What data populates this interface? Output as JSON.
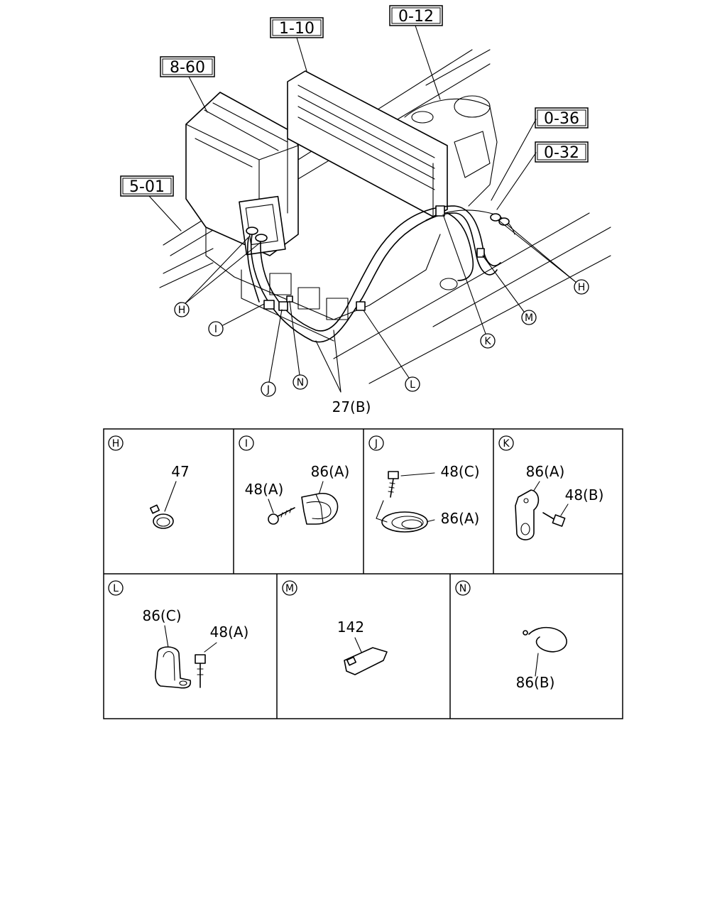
{
  "references": {
    "r_0_12": "0-12",
    "r_1_10": "1-10",
    "r_8_60": "8-60",
    "r_5_01": "5-01",
    "r_0_36": "0-36",
    "r_0_32": "0-32"
  },
  "callouts": {
    "H_left": "H",
    "H_right": "H",
    "I": "I",
    "J": "J",
    "N": "N",
    "L": "L",
    "K": "K",
    "M": "M"
  },
  "main_part": "27(B)",
  "detail_boxes": {
    "H": {
      "letter": "H",
      "parts": [
        "47"
      ]
    },
    "I": {
      "letter": "I",
      "parts": [
        "48(A)",
        "86(A)"
      ]
    },
    "J": {
      "letter": "J",
      "parts": [
        "48(C)",
        "86(A)"
      ]
    },
    "K": {
      "letter": "K",
      "parts": [
        "86(A)",
        "48(B)"
      ]
    },
    "L": {
      "letter": "L",
      "parts": [
        "86(C)",
        "48(A)"
      ]
    },
    "M": {
      "letter": "M",
      "parts": [
        "142"
      ]
    },
    "N": {
      "letter": "N",
      "parts": [
        "86(B)"
      ]
    }
  }
}
